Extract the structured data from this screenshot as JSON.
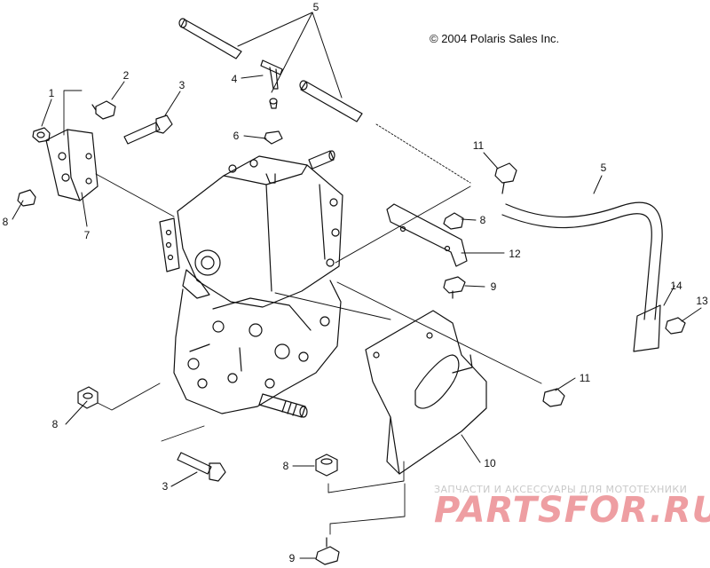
{
  "copyright": "© 2004 Polaris Sales Inc.",
  "watermark": {
    "tagline": "ЗАПЧАСТИ И АКСЕССУАРЫ ДЛЯ МОТОТЕХНИКИ",
    "logo": "PARTSFOR.RU",
    "color": "#ee9ea2"
  },
  "callouts": [
    {
      "id": "c5a",
      "label": "5"
    },
    {
      "id": "c4",
      "label": "4"
    },
    {
      "id": "c1",
      "label": "1"
    },
    {
      "id": "c2",
      "label": "2"
    },
    {
      "id": "c3a",
      "label": "3"
    },
    {
      "id": "c6",
      "label": "6"
    },
    {
      "id": "c8a",
      "label": "8"
    },
    {
      "id": "c7",
      "label": "7"
    },
    {
      "id": "c11a",
      "label": "11"
    },
    {
      "id": "c5b",
      "label": "5"
    },
    {
      "id": "c8b",
      "label": "8"
    },
    {
      "id": "c12",
      "label": "12"
    },
    {
      "id": "c9a",
      "label": "9"
    },
    {
      "id": "c14",
      "label": "14"
    },
    {
      "id": "c13",
      "label": "13"
    },
    {
      "id": "c11b",
      "label": "11"
    },
    {
      "id": "c8c",
      "label": "8"
    },
    {
      "id": "c10",
      "label": "10"
    },
    {
      "id": "c8d",
      "label": "8"
    },
    {
      "id": "c3b",
      "label": "3"
    },
    {
      "id": "c9b",
      "label": "9"
    }
  ]
}
